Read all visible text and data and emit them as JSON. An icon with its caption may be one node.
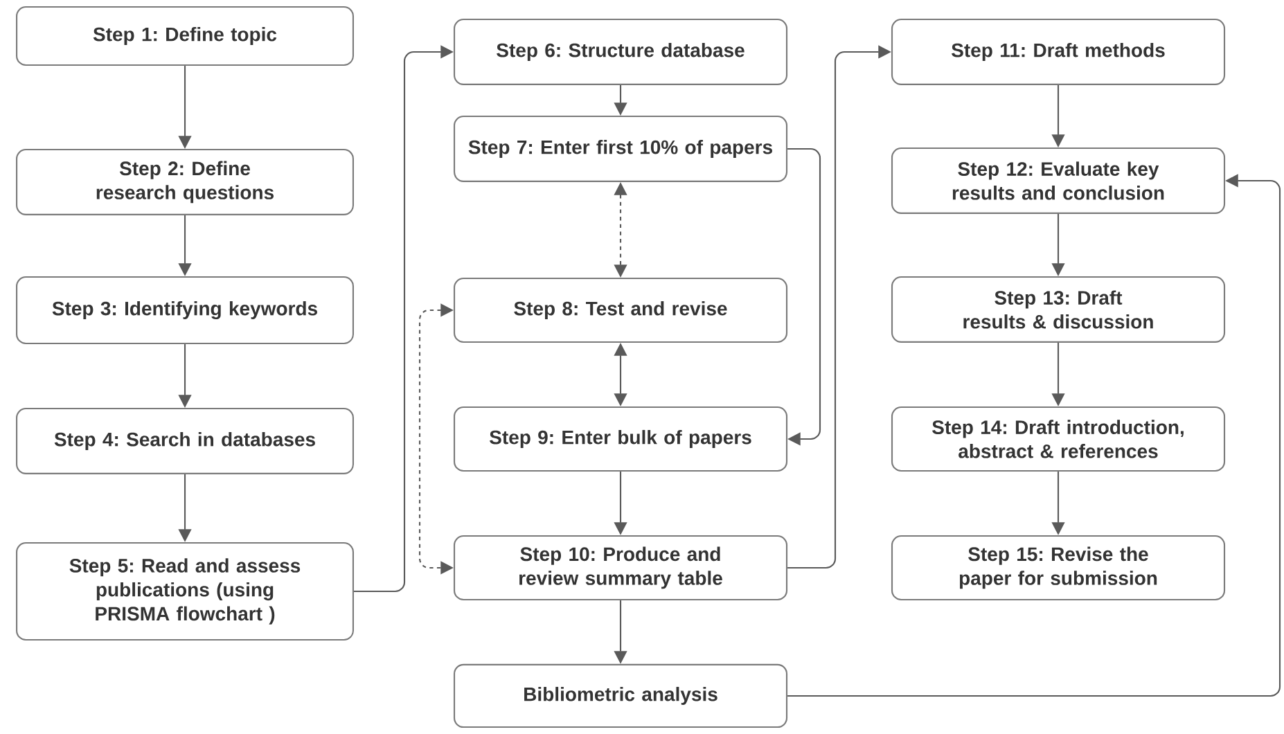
{
  "diagram": {
    "nodes": [
      {
        "text": [
          "Step 1: Define topic"
        ]
      },
      {
        "text": [
          "Step 2: Define research questions"
        ]
      },
      {
        "text": [
          "Step 3: Identifying keywords"
        ]
      },
      {
        "text": [
          "Step 4: Search in databases"
        ]
      },
      {
        "text": [
          "Step 5: Read and assess publications (using PRISMA flowchart )"
        ]
      },
      {
        "text": [
          "Step 6: Structure database"
        ]
      },
      {
        "text": [
          "Step 7: Enter first 10% of papers"
        ]
      },
      {
        "text": [
          "Step 8: Test and revise"
        ]
      },
      {
        "text": [
          "Step 9: Enter bulk of papers"
        ]
      },
      {
        "text": [
          "Step 10: Produce and review summary table"
        ]
      },
      {
        "text": [
          "Bibliometric analysis"
        ]
      },
      {
        "text": [
          "Step 11: Draft methods"
        ]
      },
      {
        "text": [
          "Step 12: Evaluate key results and conclusion"
        ]
      },
      {
        "text": [
          "Step 13: Draft results & discussion"
        ]
      },
      {
        "text": [
          "Step 14: Draft introduction, abstract & references"
        ]
      },
      {
        "text": [
          "Step 15: Revise the paper for submission"
        ]
      }
    ],
    "edges": [
      {
        "from": 0,
        "to": 1,
        "arrow": "to"
      },
      {
        "from": 1,
        "to": 2,
        "arrow": "to"
      },
      {
        "from": 2,
        "to": 3,
        "arrow": "to"
      },
      {
        "from": 3,
        "to": 4,
        "arrow": "to"
      },
      {
        "from": 4,
        "to": 5,
        "arrow": "to"
      },
      {
        "from": 5,
        "to": 6,
        "arrow": "to"
      },
      {
        "from": 6,
        "to": 7,
        "arrow": "both",
        "style": "dashed"
      },
      {
        "from": 7,
        "to": 8,
        "arrow": "both"
      },
      {
        "from": 6,
        "to": 8,
        "arrow": "to"
      },
      {
        "from": 8,
        "to": 9,
        "arrow": "to"
      },
      {
        "from": 7,
        "to": 9,
        "arrow": "both",
        "style": "dashed"
      },
      {
        "from": 9,
        "to": 10,
        "arrow": "to"
      },
      {
        "from": 9,
        "to": 11,
        "arrow": "to"
      },
      {
        "from": 11,
        "to": 12,
        "arrow": "to"
      },
      {
        "from": 12,
        "to": 13,
        "arrow": "to"
      },
      {
        "from": 13,
        "to": 14,
        "arrow": "to"
      },
      {
        "from": 14,
        "to": 15,
        "arrow": "to"
      },
      {
        "from": 10,
        "to": 12,
        "arrow": "to"
      }
    ]
  }
}
